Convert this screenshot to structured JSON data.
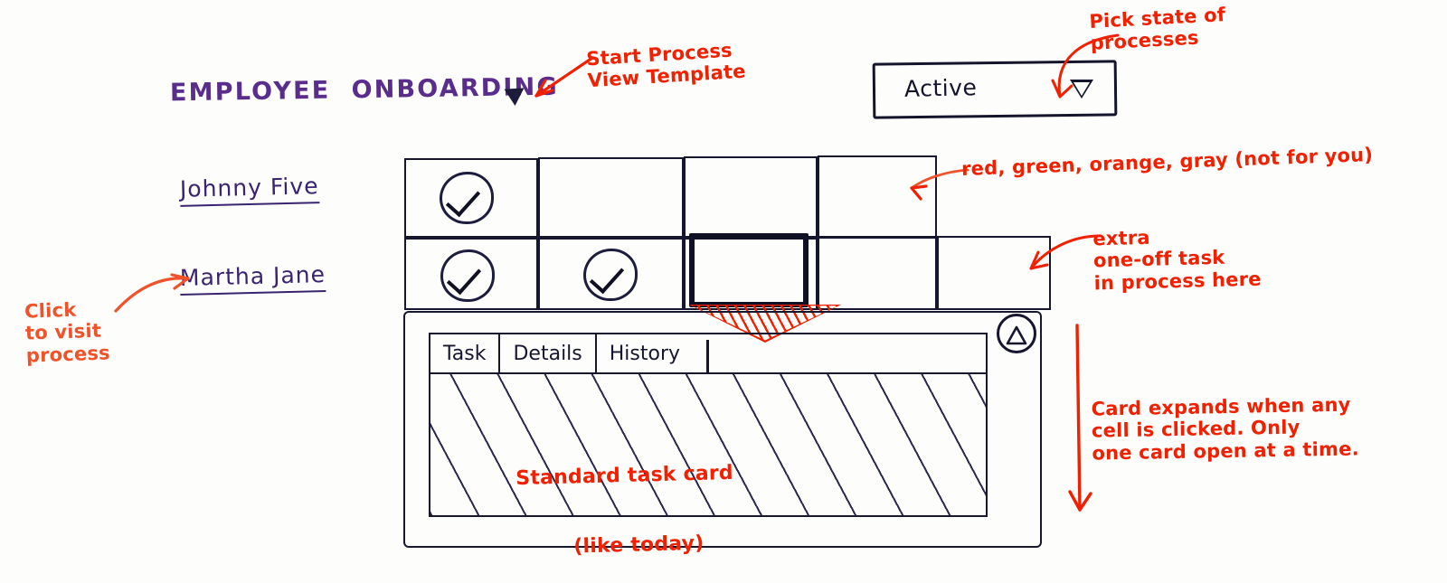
{
  "header": {
    "process_title": "EMPLOYEE  ONBOARDING",
    "title_caret_icon": "solid-down-triangle-icon",
    "state_filter": {
      "label": "state-filter",
      "value": "Active",
      "chevron_icon": "hollow-down-triangle-icon",
      "options": [
        "Active"
      ]
    }
  },
  "annotations": {
    "start_process": "Start Process\nView Template",
    "pick_state": "Pick state of\nprocesses",
    "click_to_visit": "Click\nto visit\nprocess",
    "status_colors_line": "red, green, orange, gray (not for you)",
    "status_colors": [
      "red",
      "green",
      "orange",
      "gray"
    ],
    "status_colors_aside": "(not for you)",
    "extra_task": "extra\none-off task\nin process here",
    "standard_card": "Standard task card",
    "standard_card_sub": "(like today)",
    "card_expands": "Card expands when any\ncell is clicked. Only\none card open at a time."
  },
  "processes": [
    {
      "name": "Johnny Five",
      "cells": [
        {
          "state": "done",
          "icon": "check-circle-icon"
        },
        {
          "state": "empty",
          "icon": ""
        },
        {
          "state": "empty",
          "icon": ""
        },
        {
          "state": "empty",
          "icon": ""
        }
      ]
    },
    {
      "name": "Martha Jane",
      "cells": [
        {
          "state": "done",
          "icon": "check-circle-icon"
        },
        {
          "state": "done",
          "icon": "check-circle-icon"
        },
        {
          "state": "selected",
          "icon": ""
        },
        {
          "state": "empty",
          "icon": ""
        },
        {
          "state": "one-off",
          "icon": ""
        }
      ]
    }
  ],
  "expanded_card": {
    "tabs": [
      {
        "label": "Task",
        "active": true
      },
      {
        "label": "Details",
        "active": false
      },
      {
        "label": "History",
        "active": false
      }
    ],
    "collapse_icon": "circled-up-triangle-icon",
    "pointer_icon": "hatched-down-triangle-pointer"
  },
  "colors": {
    "ink_purple": "#5a2d8c",
    "ink_navy": "#17172f",
    "annotation_red": "#f02000",
    "annotation_orange": "#f0522a",
    "paper": "#fdfdfb"
  }
}
